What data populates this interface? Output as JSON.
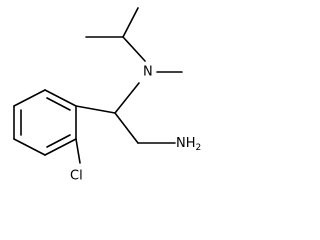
{
  "molecule": {
    "atoms": {
      "nitrogen": "N",
      "chlorine": "Cl",
      "amine_main": "NH",
      "amine_sub": "2"
    },
    "colors": {
      "bond": "#000000",
      "label": "#000000",
      "background": "#ffffff"
    }
  }
}
